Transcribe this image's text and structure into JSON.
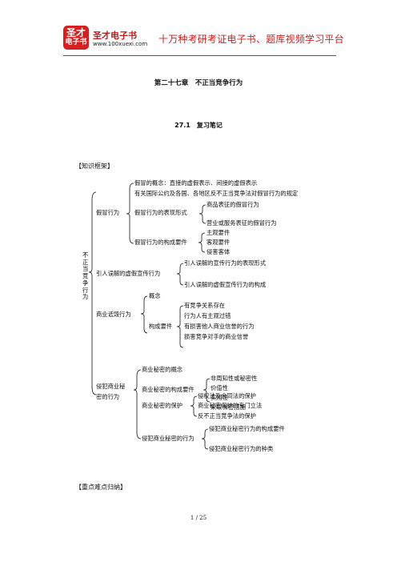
{
  "header": {
    "logo_line1": "圣才",
    "logo_line2": "电子书",
    "brand_name": "圣才电子书",
    "brand_url": "www.100xuexi.com",
    "slogan": "十万种考研考证电子书、题库视频学习平台"
  },
  "chapter_title": "第二十七章　不正当竞争行为",
  "section_title": "27.1　复习笔记",
  "labels": {
    "framework": "【知识框架】",
    "key_points": "【重点难点归纳】"
  },
  "tree": {
    "root": "不正当竞争行为",
    "n1": {
      "label": "假冒行为",
      "c1": "假冒的概念：直接的虚假表示、间接的虚假表示",
      "c2": "有关国际公约及各国、各地区反不正当竞争法对假冒行为的规定",
      "c3": {
        "label": "假冒行为的表现形式",
        "l1": "商品表征的假冒行为",
        "l2": "营业或服务表征的假冒行为"
      },
      "c4": {
        "label": "假冒行为的构成要件",
        "l1": "主观要件",
        "l2": "客观要件",
        "l3": "侵害客体"
      }
    },
    "n2": {
      "label": "引人误解的虚假宣传行为",
      "l1": "引人误解的宣传行为的表现形式",
      "l2": "引人误解的虚假宣传行为的构成"
    },
    "n3": {
      "label": "商业诋毁行为",
      "c1": "概念",
      "c2": {
        "label": "构成要件",
        "l1": "有竞争关系存在",
        "l2": "行为人有主观过错",
        "l3": "有损害他人商业信誉的行为",
        "l4": "损害竞争对手的商业信誉"
      }
    },
    "n4": {
      "label_line1": "侵犯商业秘",
      "label_line2": "密的行为",
      "c1": "商业秘密的概念",
      "c2": {
        "label": "商业秘密的构成要件",
        "l1": "非周知性或秘密性",
        "l2": "价值性",
        "l3": "实用性",
        "l4": "采取保密措施"
      },
      "c3": {
        "label": "商业秘密的保护",
        "l1": "侵权法及合同法的保护",
        "l2": "商业秘密保护的专门立法",
        "l3": "反不正当竞争法的保护"
      },
      "c4": {
        "label": "侵犯商业秘密的行为",
        "l1": "侵犯商业秘密行为的构成要件",
        "l2": "侵犯商业秘密行为的种类"
      }
    }
  },
  "footer": {
    "page": "1 / 25"
  }
}
